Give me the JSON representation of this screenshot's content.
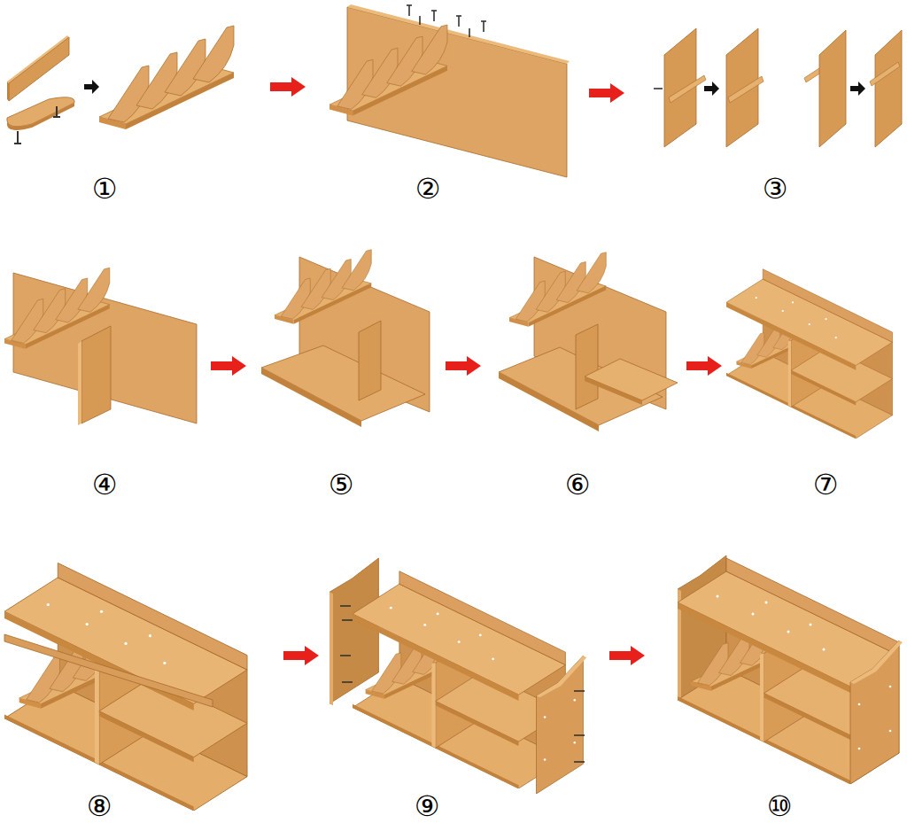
{
  "diagram": {
    "labels": [
      "①",
      "②",
      "③",
      "④",
      "⑤",
      "⑥",
      "⑦",
      "⑧",
      "⑨",
      "⑩"
    ]
  }
}
